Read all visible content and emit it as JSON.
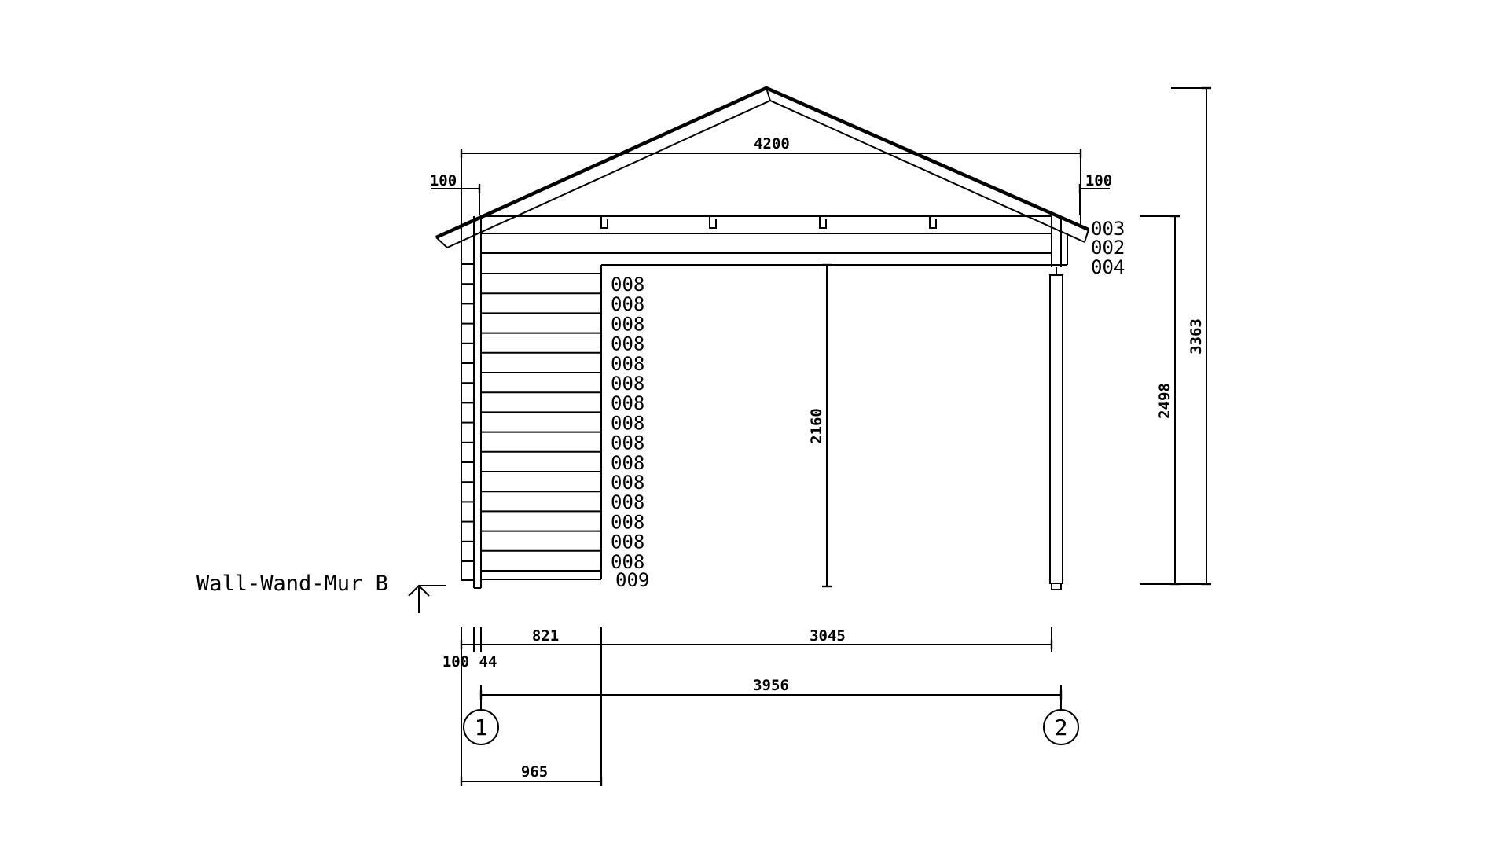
{
  "dims": {
    "overall_width": "4200",
    "overhang_left": "100",
    "overhang_right": "100",
    "ridge_height": "3363",
    "eave_height": "2498",
    "opening_height": "2160",
    "bottom_100": "100",
    "bottom_44": "44",
    "bottom_821": "821",
    "bottom_3045": "3045",
    "axis_span": "3956",
    "wall_965": "965"
  },
  "codes": {
    "top": [
      "003",
      "002",
      "004"
    ],
    "wall": [
      "008",
      "008",
      "008",
      "008",
      "008",
      "008",
      "008",
      "008",
      "008",
      "008",
      "008",
      "008",
      "008",
      "008",
      "008"
    ],
    "base": "009"
  },
  "section_label": "Wall-Wand-Mur B",
  "axes": [
    "1",
    "2"
  ]
}
